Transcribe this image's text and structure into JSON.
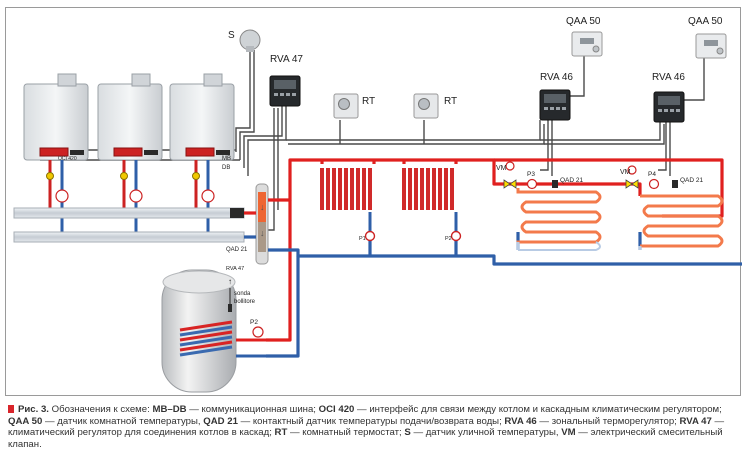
{
  "labels": {
    "s": "S",
    "rva47": "RVA 47",
    "rva46a": "RVA 46",
    "rva46b": "RVA 46",
    "qaa50a": "QAA 50",
    "qaa50b": "QAA 50",
    "rt1": "RT",
    "rt2": "RT",
    "mb": "MB",
    "db": "DB",
    "oci420": "OCI 420",
    "qad21_boiler": "QAD 21",
    "qad21_z1": "QAD 21",
    "qad21_z2": "QAD 21",
    "vm1": "VM",
    "vm2": "VM",
    "p1": "P1",
    "p2": "P2",
    "p2_tank": "P2",
    "p3": "P3",
    "p4": "P4",
    "rva47_small": "RVA 47",
    "sonda": "sonda",
    "bollitore": "bollitore"
  },
  "caption": {
    "fig": "Рис. 3.",
    "t1": " Обозначения к схеме: ",
    "k1": "MB–DB",
    "t2": " — коммуникационная шина; ",
    "k2": "OCI 420",
    "t3": " — интерфейс для связи между котлом и каскадным климатическим регулятором; ",
    "k3": "QAA 50",
    "t4": " — датчик комнатной температуры, ",
    "k4": "QAD 21",
    "t5": " — контактный датчик температуры подачи/возврата воды; ",
    "k5": "RVA 46",
    "t6": " — зональный терморегулятор; ",
    "k6": "RVA 47",
    "t7": " — климатический регулятор для соединения котлов в каскад; ",
    "k7": "RT",
    "t8": " — комнатный термостат; ",
    "k8": "S",
    "t9": " — датчик уличной температуры, ",
    "k9": "VM",
    "t10": " — электрический смесительный клапан."
  },
  "colors": {
    "supply": "#e0201f",
    "return": "#2f5fa8",
    "bus": "#4a4a4a",
    "frame": "#9a9a9a"
  }
}
